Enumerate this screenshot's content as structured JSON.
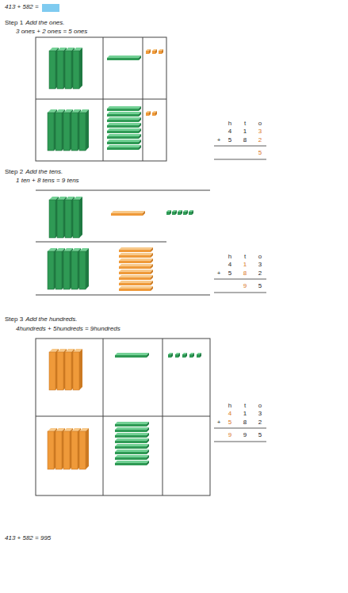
{
  "diagram": {
    "title": "413 + 582 =",
    "caption": "413 + 582 = 995",
    "labels": [
      "Step 1",
      "Add the ones.",
      "3 ones + 2 ones = 5 ones",
      "h",
      "t",
      "o",
      "4",
      "1",
      "3",
      "+",
      "5",
      "8",
      "2",
      "5",
      "Step 2",
      "Add the tens.",
      "1 ten + 8 tens = 9 tens",
      "h",
      "t",
      "o",
      "4",
      "1",
      "3",
      "+",
      "5",
      "8",
      "2",
      "9",
      "5",
      "Step 3",
      "Add the hundreds.",
      "4hundreds + 5hundreds = 9hundreds",
      "h",
      "t",
      "o",
      "4",
      "1",
      "3",
      "+",
      "5",
      "8",
      "2",
      "9",
      "9",
      "5"
    ]
  }
}
